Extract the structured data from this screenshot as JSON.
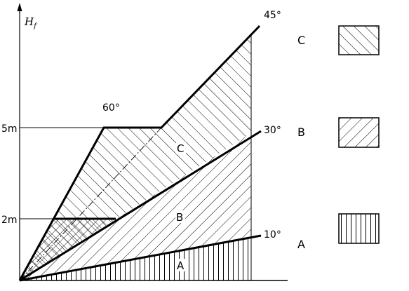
{
  "axis": {
    "y_symbol": "H",
    "y_subscript": "f"
  },
  "heights": [
    {
      "label": "5m"
    },
    {
      "label": "2m"
    }
  ],
  "angles": [
    {
      "label": "60°"
    },
    {
      "label": "45°"
    },
    {
      "label": "30°"
    },
    {
      "label": "10°"
    }
  ],
  "zones": [
    {
      "label": "C"
    },
    {
      "label": "B"
    },
    {
      "label": "A"
    }
  ],
  "legend": [
    {
      "label": "C",
      "pattern": "back-diagonal"
    },
    {
      "label": "B",
      "pattern": "forward-diagonal"
    },
    {
      "label": "A",
      "pattern": "vertical"
    }
  ],
  "colors": {
    "ink": "#000000",
    "background": "#ffffff"
  }
}
